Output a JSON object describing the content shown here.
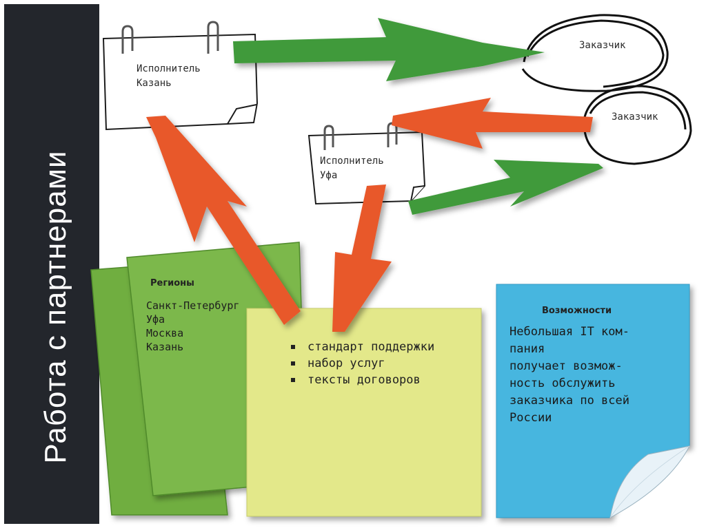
{
  "sidebar": {
    "title": "Работа с партнерами"
  },
  "nodes": {
    "kazan": {
      "line1": "Исполнитель",
      "line2": "Казань"
    },
    "ufa": {
      "line1": "Исполнитель",
      "line2": "Уфа"
    },
    "customer_top": "Заказчик",
    "customer_right": "Заказчик"
  },
  "regions": {
    "heading": "Регионы",
    "items": [
      "Санкт-Петербург",
      "Уфа",
      "Москва",
      "Казань"
    ]
  },
  "standards": {
    "items": [
      "стандарт поддержки",
      "набор услуг",
      "тексты договоров"
    ]
  },
  "opportunities": {
    "heading": "Возможности",
    "lines": [
      "Небольшая IT ком-",
      "пания",
      "получает возмож-",
      "ность обслужить",
      "заказчика по всей",
      "России"
    ]
  },
  "colors": {
    "sidebar": "#23262c",
    "green_arrow": "#3f9a3a",
    "orange_arrow": "#e8592c",
    "green_paper": "#79b54a",
    "yellow_paper": "#e3e88a",
    "blue_paper": "#47b6df"
  }
}
